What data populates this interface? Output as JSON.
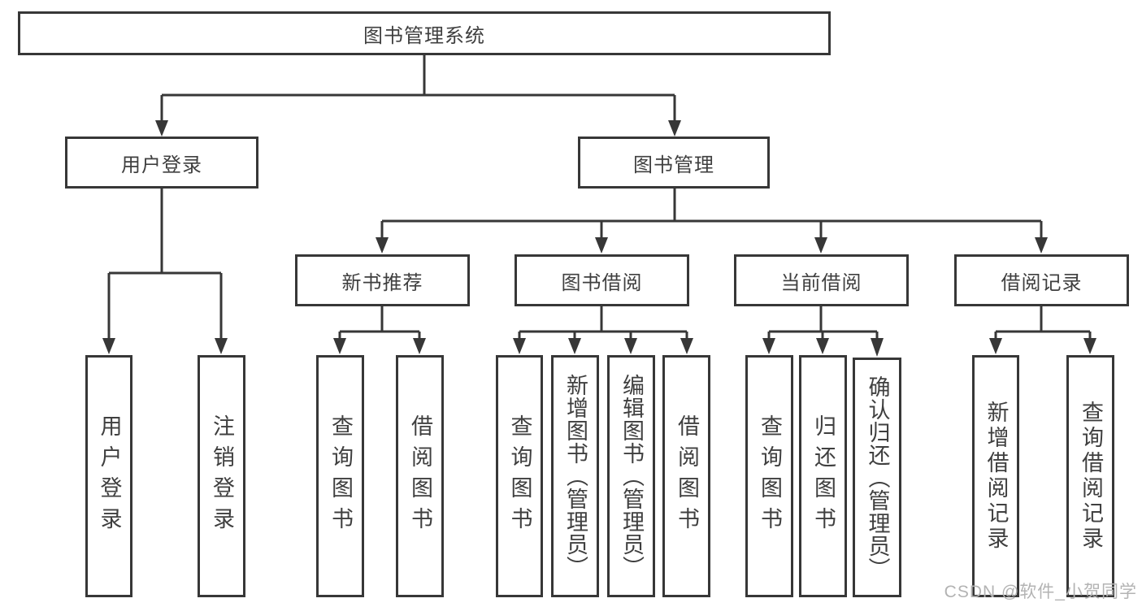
{
  "diagram": {
    "root": "图书管理系统",
    "user_branch": {
      "label": "用户登录",
      "children": [
        "用户登录",
        "注销登录"
      ]
    },
    "book_branch": {
      "label": "图书管理",
      "sections": [
        {
          "label": "新书推荐",
          "children": [
            "查询图书",
            "借阅图书"
          ]
        },
        {
          "label": "图书借阅",
          "children": [
            "查询图书",
            "新增图书（管理员）",
            "编辑图书（管理员）",
            "借阅图书"
          ]
        },
        {
          "label": "当前借阅",
          "children": [
            "查询图书",
            "归还图书",
            "确认归还（管理员）"
          ]
        },
        {
          "label": "借阅记录",
          "children": [
            "新增借阅记录",
            "查询借阅记录"
          ]
        }
      ]
    }
  },
  "colors": {
    "line": "#373737",
    "text": "#3f3f3f",
    "watermark": "#b3b3b3"
  },
  "watermark": "CSDN @软件_小贺同学"
}
